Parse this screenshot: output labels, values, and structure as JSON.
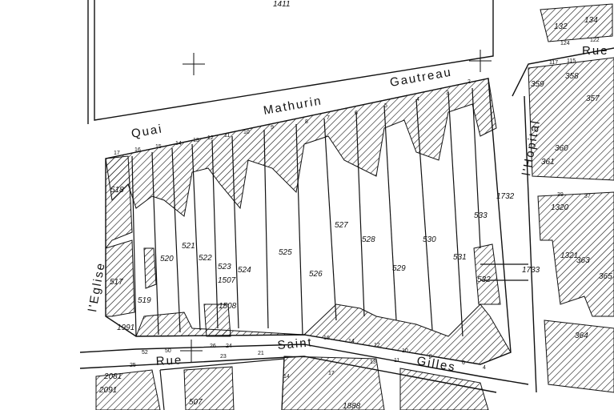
{
  "streets": {
    "quai": "Quai",
    "mathurin": "Mathurin",
    "gautreau": "Gautreau",
    "eglise": "l'Eglise",
    "hopital": "l'Hopital",
    "rue_bottom": "Rue",
    "saint": "Saint",
    "gilles": "Gilles",
    "rue_top": "Rue"
  },
  "parcels": {
    "p1411": "1411",
    "p132": "132",
    "p134": "134",
    "p359": "359",
    "p358": "358",
    "p357": "357",
    "p360": "360",
    "p361": "361",
    "p1320": "1320",
    "p1321": "1321",
    "p363": "363",
    "p365": "365",
    "p364": "364",
    "p518": "518",
    "p517": "517",
    "p519": "519",
    "p520": "520",
    "p521": "521",
    "p522": "522",
    "p523": "523",
    "p1507": "1507",
    "p1508": "1508",
    "p524": "524",
    "p525": "525",
    "p526": "526",
    "p527": "527",
    "p528": "528",
    "p529": "529",
    "p530": "530",
    "p531": "531",
    "p532": "532",
    "p533": "533",
    "p1732": "1732",
    "p1733": "1733",
    "p1991": "1991",
    "p2081": "2081",
    "p2091": "2091",
    "p507": "507",
    "p1888": "1888"
  },
  "house_numbers_top": [
    "17",
    "16",
    "15",
    "14",
    "13",
    "12",
    "11",
    "10",
    "9",
    "8",
    "7",
    "6",
    "5",
    "4",
    "3",
    "2"
  ],
  "house_numbers_bottom": [
    "52",
    "50",
    "26",
    "24",
    "23",
    "21",
    "16",
    "14",
    "12",
    "10",
    "8",
    "6",
    "4"
  ],
  "house_numbers_misc": [
    "124",
    "122",
    "117",
    "115",
    "39",
    "37",
    "25",
    "17",
    "13",
    "11",
    "14"
  ]
}
